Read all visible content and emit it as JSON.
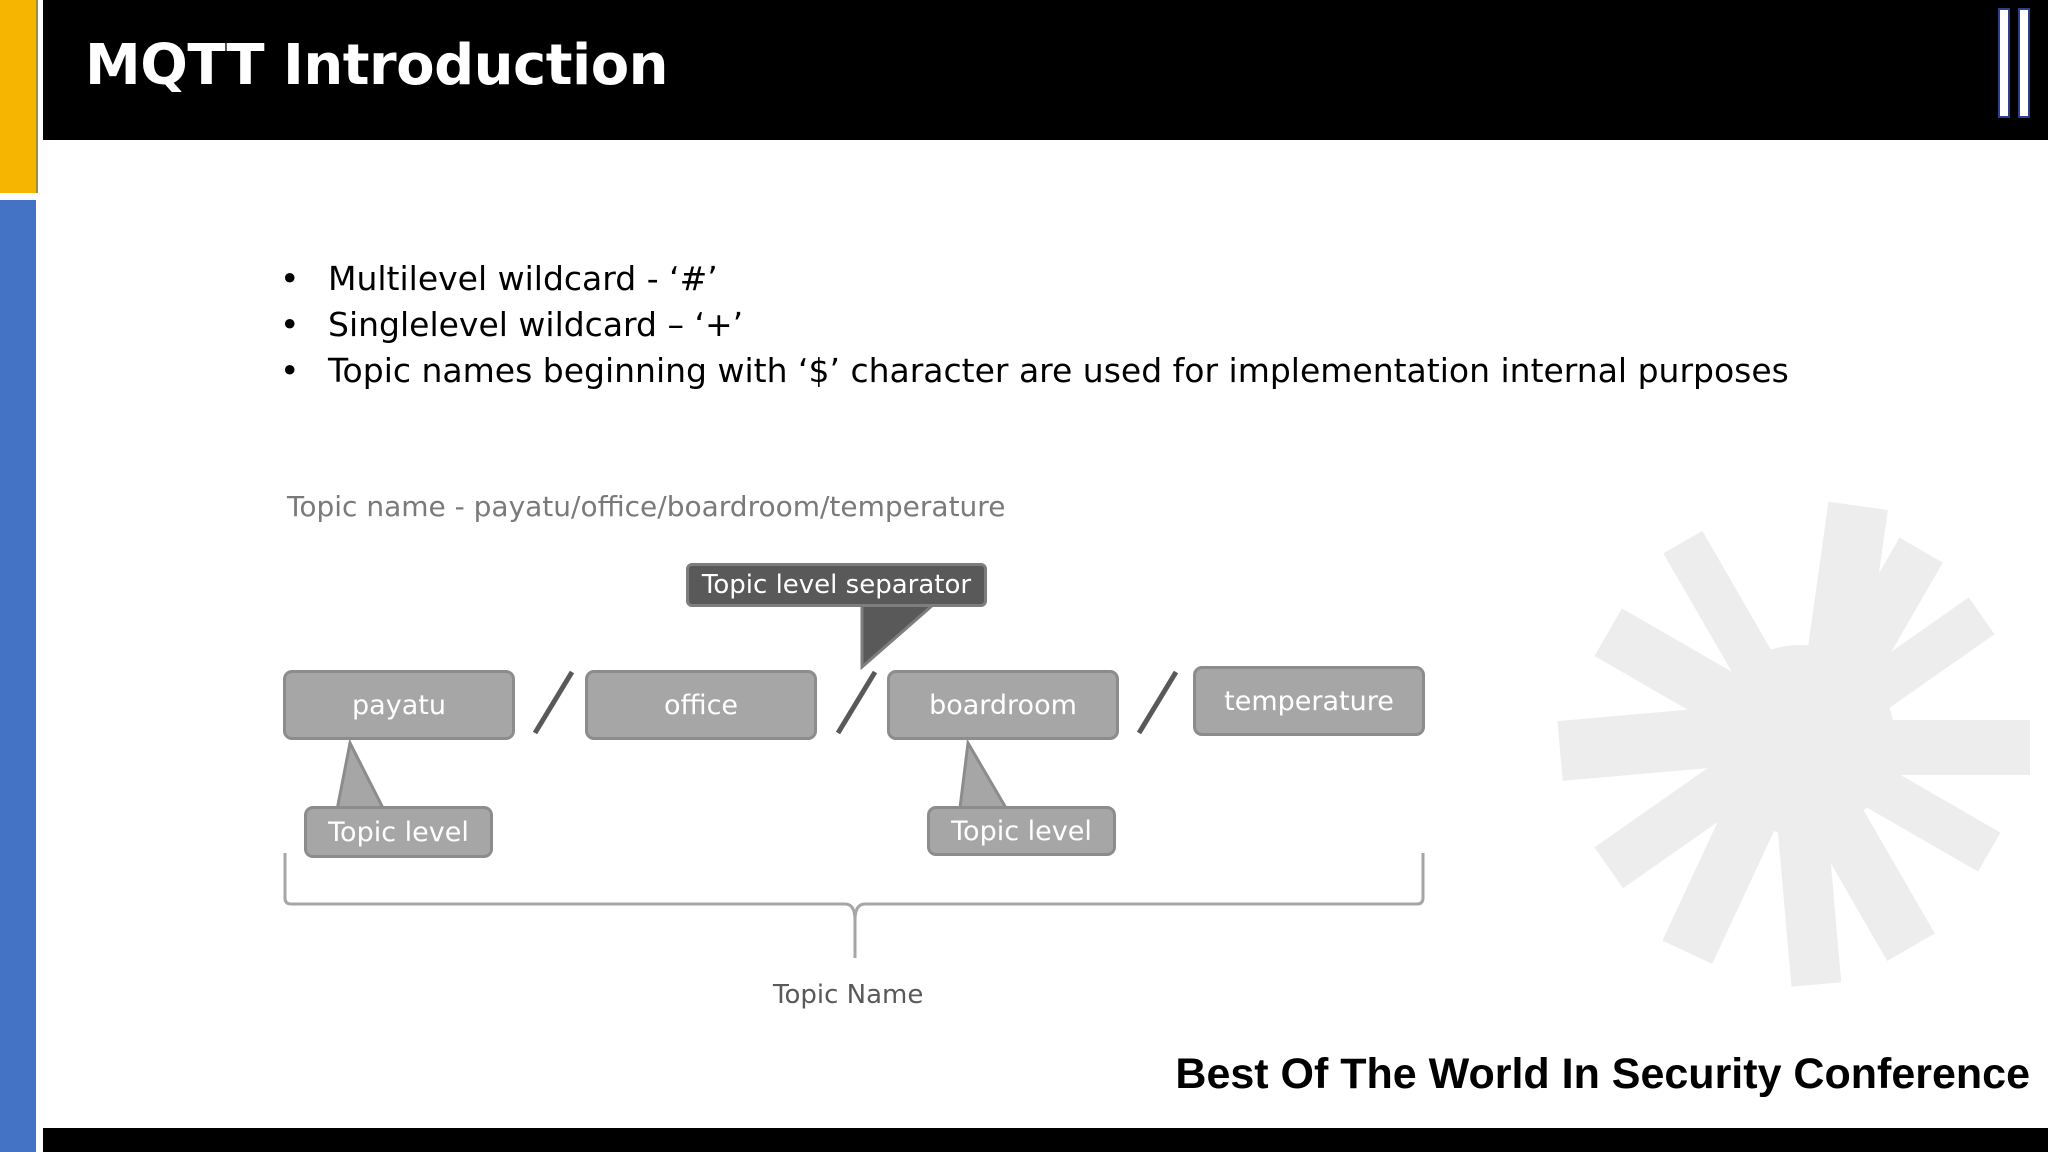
{
  "slide": {
    "title": "MQTT Introduction",
    "footer": "Best Of The World In Security Conference"
  },
  "bullets": [
    "Multilevel wildcard - ‘#’",
    "Singlelevel wildcard – ‘+’",
    "Topic names beginning with ‘$’ character are used for implementation internal purposes"
  ],
  "diagram": {
    "caption": "Topic name - payatu/office/boardroom/temperature",
    "levels": [
      "payatu",
      "office",
      "boardroom",
      "temperature"
    ],
    "separator_glyph": "/",
    "separator_callout": "Topic level separator",
    "level_callouts": [
      "Topic level",
      "Topic level"
    ],
    "bracket_label": "Topic Name"
  },
  "colors": {
    "accent_yellow": "#f5b500",
    "accent_blue": "#4472c4",
    "box_fill": "#a6a6a6",
    "callout_dark": "#595959"
  },
  "icons": [
    "logo-bars-icon",
    "city-skyline-watermark-icon"
  ]
}
